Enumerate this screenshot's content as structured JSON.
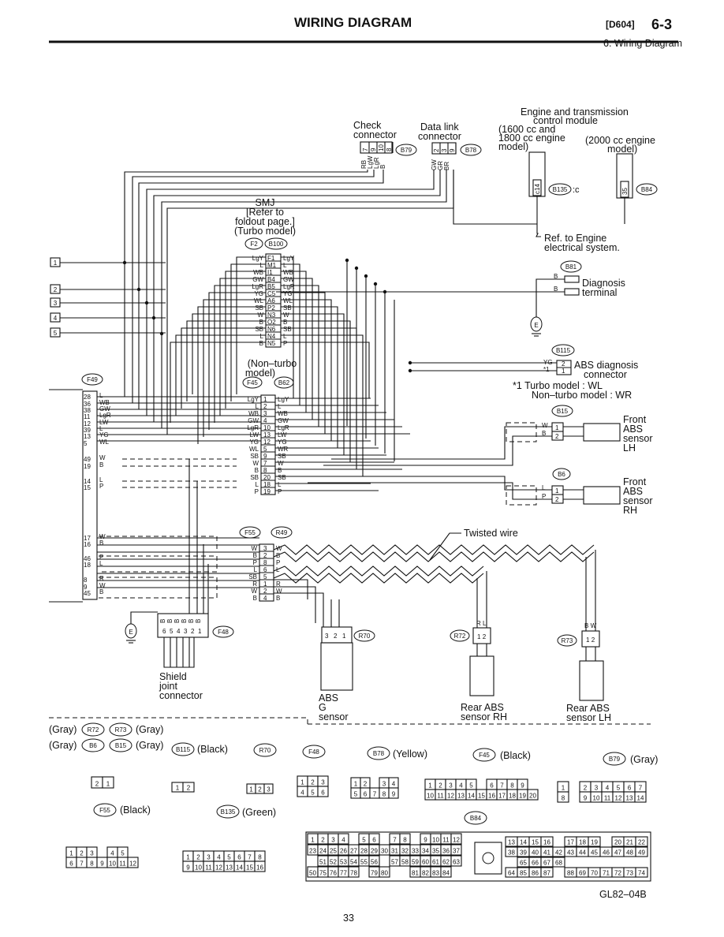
{
  "header": {
    "title": "WIRING DIAGRAM",
    "code": "[D604]",
    "section": "6-3",
    "subtitle": "6. Wiring Diagram"
  },
  "labels": {
    "engine_module": [
      "Engine and transmission",
      "control module"
    ],
    "engine_1600": [
      "(1600 cc and",
      "1800 cc engine",
      "model)"
    ],
    "engine_2000": [
      "(2000 cc engine",
      "model)"
    ],
    "check_connector": [
      "Check",
      "connector"
    ],
    "data_link": [
      "Data link",
      "connector"
    ],
    "smj": [
      "SMJ",
      "[Refer to",
      "foldout page.]",
      "(Turbo model)"
    ],
    "ref_engine": [
      "Ref. to Engine",
      "electrical system."
    ],
    "diagnosis_terminal": [
      "Diagnosis",
      "terminal"
    ],
    "abs_diag": [
      "ABS diagnosis",
      "connector"
    ],
    "turbo_note": [
      "*1  Turbo model : WL",
      "Non–turbo model : WR"
    ],
    "non_turbo": [
      "(Non–turbo",
      "model)"
    ],
    "front_lh": [
      "Front",
      "ABS",
      "sensor",
      "LH"
    ],
    "front_rh": [
      "Front",
      "ABS",
      "sensor",
      "RH"
    ],
    "twisted": "Twisted wire",
    "shield": [
      "Shield",
      "joint",
      "connector"
    ],
    "abs_g": [
      "ABS",
      "G",
      "sensor"
    ],
    "rear_rh": [
      "Rear ABS",
      "sensor RH"
    ],
    "rear_lh": [
      "Rear ABS",
      "sensor LH"
    ],
    "b135_c": ":c",
    "star1": "*1",
    "figure_id": "GL82–04B",
    "page_number": "33"
  },
  "connectors": {
    "B79": "B79",
    "B78": "B78",
    "B135": "B135",
    "B84": "B84",
    "F2": "F2",
    "B100": "B100",
    "B81": "B81",
    "B115": "B115",
    "F45": "F45",
    "B62": "B62",
    "F49": "F49",
    "B15": "B15",
    "B6": "B6",
    "F55": "F55",
    "R49": "R49",
    "R70": "R70",
    "R72": "R72",
    "R73": "R73",
    "F48": "F48"
  },
  "pins": {
    "check": [
      "7",
      "9",
      "10",
      "8"
    ],
    "check_colors": [
      "RB",
      "LgW",
      "LgR",
      "B"
    ],
    "datalink": [
      "2",
      "3",
      "9"
    ],
    "datalink_colors": [
      "GW",
      "GR",
      "BR"
    ],
    "b135": [
      "c14"
    ],
    "b84": [
      "35"
    ],
    "smj_left": [
      "LgY",
      "L",
      "WB",
      "GW",
      "LgR",
      "YG",
      "WL",
      "SB",
      "W",
      "B",
      "SB",
      "L",
      "B"
    ],
    "smj_mid": [
      "F1",
      "M1",
      "I1",
      "B4",
      "B5",
      "C5",
      "A6",
      "P2",
      "N3",
      "O2",
      "N6",
      "N4",
      "N5"
    ],
    "smj_right": [
      "LgY",
      "L",
      "WB",
      "GW",
      "LgR",
      "YG",
      "WL",
      "SB",
      "W",
      "B",
      "SB",
      "L",
      "P"
    ],
    "f45_left": [
      "LgY",
      "L",
      "WB",
      "GW",
      "LgR",
      "LW",
      "YG",
      "WL",
      "SB",
      "W",
      "B",
      "SB",
      "L",
      "P"
    ],
    "f45_mid": [
      "1",
      "2",
      "3",
      "4",
      "10",
      "13",
      "12",
      "5",
      "9",
      "7",
      "8",
      "20",
      "18",
      "19"
    ],
    "f45_right": [
      "LgY",
      "L",
      "WB",
      "GW",
      "LgR",
      "LW",
      "YG",
      "WR",
      "SB",
      "W",
      "B",
      "SB",
      "L",
      "P"
    ],
    "f49": [
      "28",
      "36",
      "38",
      "11",
      "12",
      "39",
      "13",
      "5",
      "49",
      "19",
      "14",
      "15",
      "17",
      "16",
      "46",
      "18",
      "8",
      "9",
      "45"
    ],
    "f49_colors": [
      "L",
      "WB",
      "GW",
      "LgR",
      "LW",
      "L",
      "YG",
      "WL",
      "W",
      "B",
      "L",
      "P",
      "W",
      "B",
      "P",
      "L",
      "R",
      "W",
      "B"
    ],
    "f55_left": [
      "W",
      "B",
      "P",
      "L",
      "SB",
      "R",
      "W",
      "B"
    ],
    "f55_mid": [
      "3",
      "2",
      "8",
      "6",
      "5",
      "1",
      "2",
      "4"
    ],
    "f55_right": [
      "W",
      "B",
      "P",
      "L",
      "",
      "R",
      "W",
      "B"
    ],
    "b81_colors": [
      "B",
      "B"
    ],
    "b115": [
      "2",
      "1"
    ],
    "b115_colors": [
      "YG",
      "*1"
    ],
    "b15": [
      "1",
      "2"
    ],
    "b15_colors": [
      "W",
      "B"
    ],
    "b6": [
      "1",
      "2"
    ],
    "b6_colors": [
      "L",
      "P"
    ],
    "r70": [
      "3",
      "2",
      "1"
    ],
    "r72": [
      "1",
      "2"
    ],
    "r72_colors": [
      "R",
      "L"
    ],
    "r73": [
      "1",
      "2"
    ],
    "r73_colors": [
      "B",
      "W"
    ],
    "f48_colors": [
      "B",
      "B",
      "B",
      "B",
      "B",
      "B"
    ],
    "f48": [
      "6",
      "5",
      "4",
      "3",
      "2",
      "1"
    ]
  },
  "legend": {
    "row1": [
      {
        "text": "(Gray)",
        "tag": "R72"
      },
      {
        "tag": "R73",
        "text": "(Gray)"
      }
    ],
    "row2": [
      {
        "text": "(Gray)",
        "tag": "B6"
      },
      {
        "tag": "B15",
        "text": "(Gray)"
      },
      {
        "tag": "B115",
        "text": "(Black)"
      },
      {
        "tag": "R70",
        "text": ""
      },
      {
        "tag": "F48",
        "text": ""
      },
      {
        "tag": "B78",
        "text": "(Yellow)"
      },
      {
        "tag": "F45",
        "text": "(Black)"
      },
      {
        "tag": "B79",
        "text": "(Gray)"
      }
    ],
    "row3": [
      {
        "tag": "F55",
        "text": "(Black)"
      },
      {
        "tag": "B135",
        "text": "(Green)"
      },
      {
        "tag": "B84",
        "text": ""
      }
    ],
    "shapes": {
      "two_pin_a": [
        "2",
        "1"
      ],
      "two_pin_b": [
        "1",
        "2"
      ],
      "three_pin": [
        "1",
        "2",
        "3"
      ],
      "f48_top": [
        "1",
        "2",
        "3"
      ],
      "f48_bot": [
        "4",
        "5",
        "6"
      ],
      "b78_top": [
        "1",
        "2",
        "",
        "3",
        "4"
      ],
      "b78_bot": [
        "5",
        "6",
        "7",
        "8",
        "9"
      ],
      "f45_top": [
        "1",
        "2",
        "3",
        "4",
        "5",
        "",
        "6",
        "7",
        "8",
        "9"
      ],
      "f45_bot": [
        "10",
        "11",
        "12",
        "13",
        "14",
        "15",
        "16",
        "17",
        "18",
        "19",
        "20"
      ],
      "b79_top": [
        "1",
        "",
        "2",
        "3",
        "4",
        "5",
        "6",
        "7"
      ],
      "b79_bot": [
        "8",
        "",
        "9",
        "10",
        "11",
        "12",
        "13",
        "14"
      ],
      "f55_top": [
        "1",
        "2",
        "3",
        "",
        "4",
        "5"
      ],
      "f55_bot": [
        "6",
        "7",
        "8",
        "9",
        "10",
        "11",
        "12"
      ],
      "b135_top": [
        "1",
        "2",
        "3",
        "4",
        "5",
        "6",
        "7",
        "8"
      ],
      "b135_bot": [
        "9",
        "10",
        "11",
        "12",
        "13",
        "14",
        "15",
        "16"
      ],
      "b84_left": [
        [
          "1",
          "2",
          "3",
          "4",
          "",
          "5",
          "6",
          "",
          "7",
          "8",
          "",
          "9",
          "10",
          "11",
          "12"
        ],
        [
          "23",
          "24",
          "25",
          "26",
          "27",
          "28",
          "29",
          "30",
          "31",
          "32",
          "33",
          "34",
          "35",
          "36",
          "37"
        ],
        [
          "",
          "51",
          "52",
          "53",
          "54",
          "55",
          "56",
          "",
          "57",
          "58",
          "59",
          "60",
          "61",
          "62",
          "63"
        ],
        [
          "50",
          "75",
          "76",
          "77",
          "78",
          "",
          "79",
          "80",
          "",
          "",
          "81",
          "82",
          "83",
          "84"
        ]
      ],
      "b84_right": [
        [
          "13",
          "14",
          "15",
          "16",
          "",
          "17",
          "18",
          "19",
          "",
          "20",
          "21",
          "22"
        ],
        [
          "38",
          "39",
          "40",
          "41",
          "42",
          "43",
          "44",
          "45",
          "46",
          "47",
          "48",
          "49"
        ],
        [
          "",
          "65",
          "66",
          "67",
          "68",
          "",
          "",
          "",
          "",
          "",
          "",
          ""
        ],
        [
          "64",
          "85",
          "86",
          "87",
          "",
          "88",
          "69",
          "70",
          "71",
          "72",
          "73",
          "74"
        ]
      ]
    }
  },
  "side_markers": [
    "1",
    "2",
    "3",
    "4",
    "5"
  ]
}
